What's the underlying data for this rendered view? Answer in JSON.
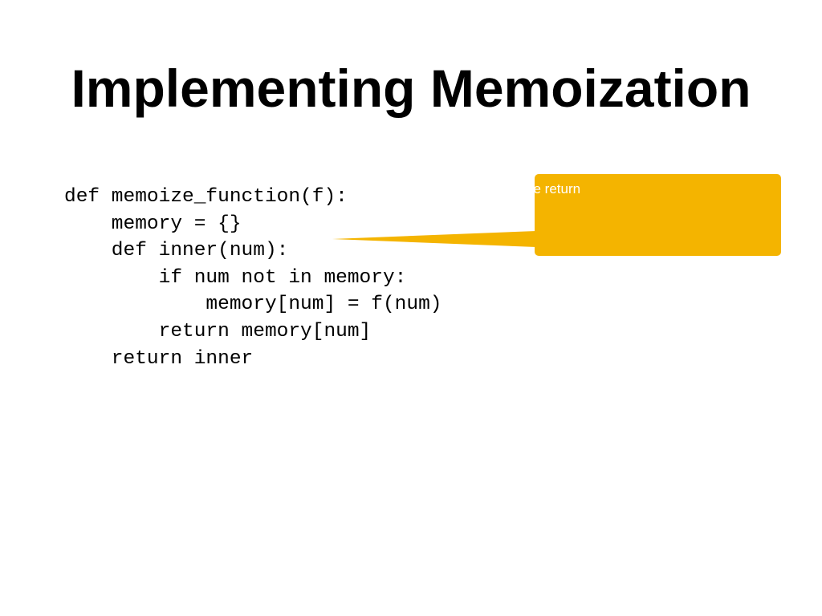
{
  "slide": {
    "title": "Implementing Memoization",
    "code_lines": [
      "def memoize_function(f):",
      "    memory = {}",
      "    def inner(num):",
      "        if num not in memory:",
      "            memory[num] = f(num)",
      "        return memory[num]",
      "    return inner"
    ]
  },
  "callout": {
    "text": "ve return",
    "fill_color": "#f4b400"
  }
}
